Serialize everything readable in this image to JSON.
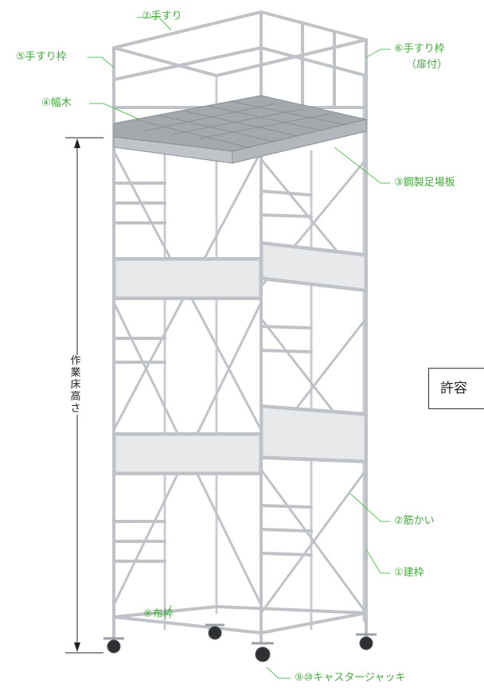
{
  "labels": {
    "handrail": "⑦手すり",
    "handrail_frame": "⑤手すり枠",
    "handrail_frame_door": "⑥手すり枠",
    "handrail_frame_door_sub": "（扉付）",
    "toe_board": "④幅木",
    "steel_platform": "③鋼製足場板",
    "brace": "②筋かい",
    "main_frame": "①建枠",
    "cloth_frame": "⑧布枠",
    "caster_jack": "⑨⑩キャスタージャッキ"
  },
  "dimension": {
    "working_floor_height": "作業床高さ"
  },
  "callout": {
    "allowable": "許容"
  },
  "colors": {
    "label_green": "#44aa3c",
    "leader_green": "#5cc05a",
    "pipe": "#bfc3c8",
    "pipe_dark": "#9aa0a6",
    "platform": "#a4a9ae"
  }
}
